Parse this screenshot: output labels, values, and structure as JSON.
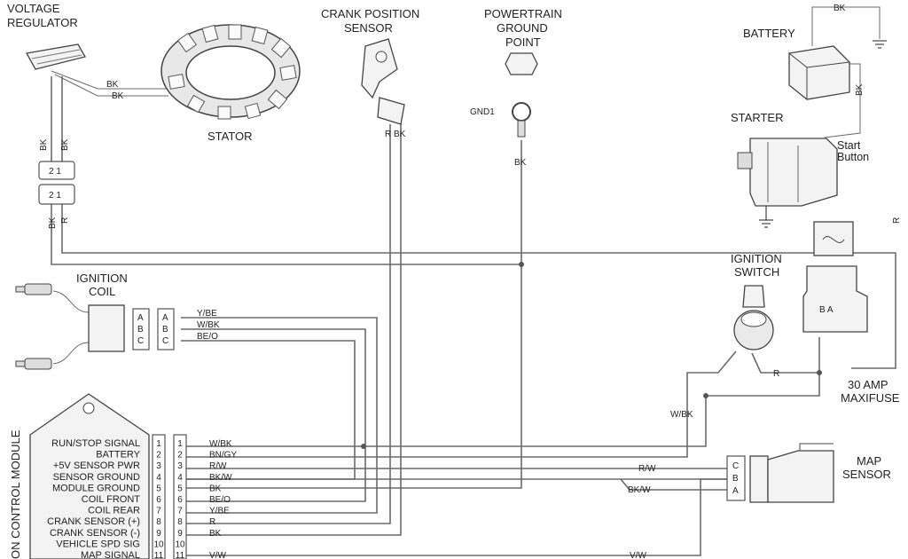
{
  "components": {
    "voltage_regulator": "VOLTAGE REGULATOR",
    "voltage_regulator_l1": "VOLTAGE",
    "voltage_regulator_l2": "REGULATOR",
    "stator": "STATOR",
    "crank_l1": "CRANK POSITION",
    "crank_l2": "SENSOR",
    "pgp_l1": "POWERTRAIN",
    "pgp_l2": "GROUND",
    "pgp_l3": "POINT",
    "gnd1": "GND1",
    "battery": "BATTERY",
    "starter": "STARTER",
    "start_l1": "Start",
    "start_l2": "Button",
    "ign_coil_l1": "IGNITION",
    "ign_coil_l2": "COIL",
    "ign_sw_l1": "IGNITION",
    "ign_sw_l2": "SWITCH",
    "maxi_l1": "30 AMP",
    "maxi_l2": "MAXIFUSE",
    "map_l1": "MAP",
    "map_l2": "SENSOR",
    "ecm": "ON CONTROL MODULE"
  },
  "wires": {
    "bk": "BK",
    "r": "R",
    "rbk": "R BK",
    "ybe": "Y/BE",
    "wbk": "W/BK",
    "beo": "BE/O",
    "bngy": "BN/GY",
    "rw": "R/W",
    "bkw": "BK/W",
    "vw": "V/W"
  },
  "connectors": {
    "two_one": "2 1",
    "a": "A",
    "b": "B",
    "c": "C",
    "ba": "B  A"
  },
  "ecm_pins": [
    {
      "n": "1",
      "label": "RUN/STOP SIGNAL",
      "wire": "W/BK"
    },
    {
      "n": "2",
      "label": "BATTERY",
      "wire": "BN/GY"
    },
    {
      "n": "3",
      "label": "+5V SENSOR PWR",
      "wire": "R/W"
    },
    {
      "n": "4",
      "label": "SENSOR GROUND",
      "wire": "BK/W"
    },
    {
      "n": "5",
      "label": "MODULE GROUND",
      "wire": "BK"
    },
    {
      "n": "6",
      "label": "COIL FRONT",
      "wire": "BE/O"
    },
    {
      "n": "7",
      "label": "COIL REAR",
      "wire": "Y/BE"
    },
    {
      "n": "8",
      "label": "CRANK SENSOR (+)",
      "wire": "R"
    },
    {
      "n": "9",
      "label": "CRANK SENSOR (-)",
      "wire": "BK"
    },
    {
      "n": "10",
      "label": "VEHICLE SPD SIG",
      "wire": ""
    },
    {
      "n": "11",
      "label": "MAP SIGNAL",
      "wire": "V/W"
    }
  ],
  "map_pins": [
    "C",
    "B",
    "A"
  ]
}
